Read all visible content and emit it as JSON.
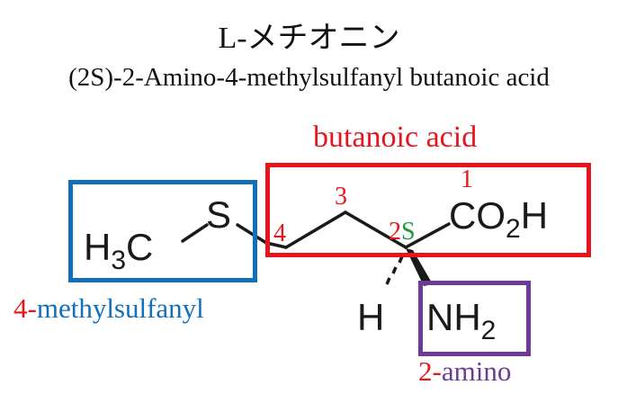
{
  "title": {
    "japanese": "L-メチオニン",
    "iupac": "(2S)-2-Amino-4-methylsulfanyl butanoic acid"
  },
  "molecule": {
    "atoms": {
      "methyl": "H",
      "methyl_sub": "3",
      "methyl_c": "C",
      "sulfur": "S",
      "carboxyl_c": "CO",
      "carboxyl_sub": "2",
      "carboxyl_h": "H",
      "hydrogen": "H",
      "amino_n": "NH",
      "amino_sub": "2"
    },
    "locants": {
      "c1": "1",
      "c2": "2",
      "c2_config": "S",
      "c3": "3",
      "c4": "4"
    }
  },
  "groups": {
    "butanoic_acid": {
      "label": "butanoic acid",
      "color": "#e8141b"
    },
    "methylsulfanyl": {
      "prefix": "4-",
      "label": "methylsulfanyl",
      "color": "#1270bb",
      "prefix_color": "#e8141b"
    },
    "amino": {
      "prefix": "2-",
      "label": "amino",
      "color": "#6e3a9a",
      "prefix_color": "#e8141b"
    }
  },
  "colors": {
    "locant_red": "#e8141b",
    "stereo_green": "#1a9a3c",
    "box_blue": "#1270bb",
    "box_red": "#e8141b",
    "box_purple": "#6e3a9a",
    "structure_black": "#1a1a1a"
  }
}
